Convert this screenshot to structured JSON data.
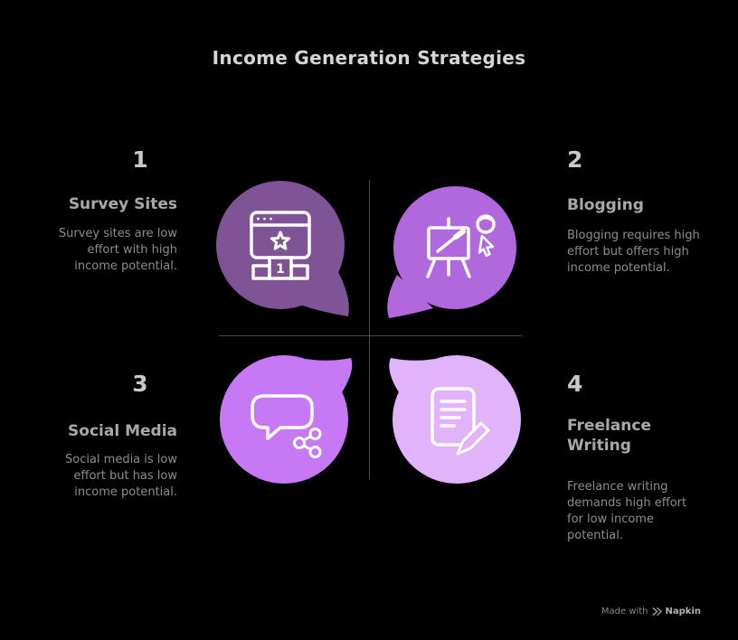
{
  "title": "Income Generation Strategies",
  "quadrants": [
    {
      "number": "1",
      "heading": "Survey Sites",
      "description": "Survey sites are low effort with high income potential.",
      "icon": "browser-star-podium-icon"
    },
    {
      "number": "2",
      "heading": "Blogging",
      "description": "Blogging requires high effort but offers high income potential.",
      "icon": "easel-artist-cursor-icon"
    },
    {
      "number": "3",
      "heading": "Social Media",
      "description": "Social media is low effort but has low income potential.",
      "icon": "chat-bubble-share-icon"
    },
    {
      "number": "4",
      "heading": "Freelance Writing",
      "description": "Freelance writing demands high effort for low income potential.",
      "icon": "document-pencil-icon"
    }
  ],
  "icon_details": {
    "podium_rank": "1"
  },
  "colors": {
    "background": "#000000",
    "title_text": "#d6d6d6",
    "number_text": "#c9c9c9",
    "heading_text": "#a9a9a9",
    "body_text": "#8d8d8d",
    "divider": "#4b4b4b",
    "bubble1": "#7e5497",
    "bubble2": "#b168dd",
    "bubble3": "#c678f5",
    "bubble4": "#e1b3fa",
    "icon_stroke": "#ffffff"
  },
  "footer": {
    "made_with": "Made with",
    "brand": "Napkin"
  }
}
